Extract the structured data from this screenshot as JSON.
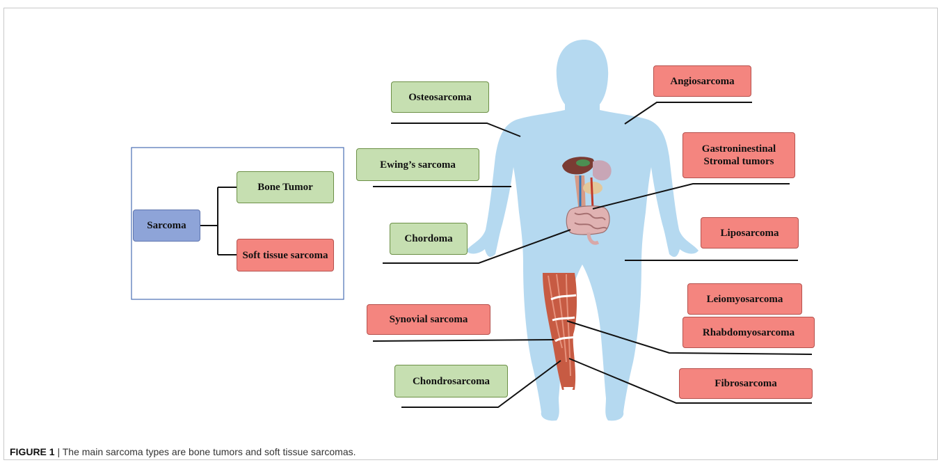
{
  "legend": {
    "root": "Sarcoma",
    "branches": [
      "Bone Tumor",
      "Soft tissue sarcoma"
    ]
  },
  "labels": {
    "osteosarcoma": "Osteosarcoma",
    "ewings_sarcoma": "Ewing’s sarcoma",
    "chordoma": "Chordoma",
    "synovial_sarcoma": "Synovial sarcoma",
    "chondrosarcoma": "Chondrosarcoma",
    "angiosarcoma": "Angiosarcoma",
    "gist_line1": "Gastroninestinal",
    "gist_line2": "Stromal tumors",
    "liposarcoma": "Liposarcoma",
    "leiomyosarcoma": "Leiomyosarcoma",
    "rhabdomyosarcoma": "Rhabdomyosarcoma",
    "fibrosarcoma": "Fibrosarcoma"
  },
  "categories": {
    "bone_tumor": [
      "Osteosarcoma",
      "Ewing’s sarcoma",
      "Chordoma",
      "Chondrosarcoma"
    ],
    "soft_tissue_sarcoma": [
      "Synovial sarcoma",
      "Angiosarcoma",
      "Gastroninestinal Stromal tumors",
      "Liposarcoma",
      "Leiomyosarcoma",
      "Rhabdomyosarcoma",
      "Fibrosarcoma"
    ]
  },
  "colors": {
    "bone_tumor_fill": "#c6dfb1",
    "soft_tissue_fill": "#f4857f",
    "sarcoma_fill": "#8ea4d8",
    "body_fill": "#b5d9f0",
    "legend_border": "#4a6fb5"
  },
  "caption": {
    "label": "FIGURE 1",
    "separator": "|",
    "text": "The main sarcoma types are bone tumors and soft tissue sarcomas."
  }
}
